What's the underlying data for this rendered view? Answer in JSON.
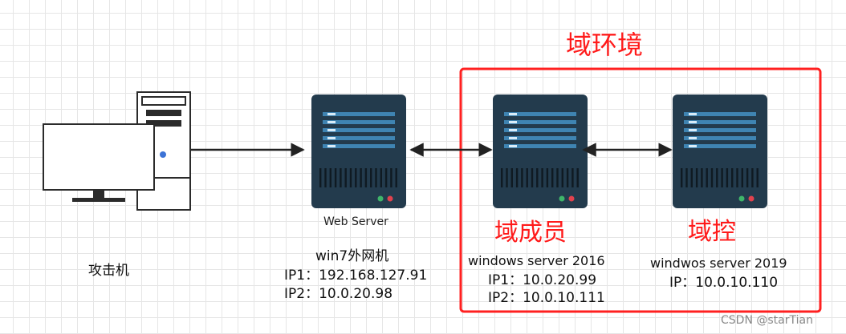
{
  "diagram": {
    "domain_title": "域环境",
    "domain_box_color": "#ff2020",
    "label_color": "#ff1a1a",
    "server_color": "#233b4d",
    "server_stripe_color": "#3f84b2",
    "led_green": "#3fb56a",
    "led_red": "#e2424e",
    "nodes": {
      "attacker": {
        "caption": "攻击机",
        "icon": "desktop-computer-icon"
      },
      "web_server": {
        "icon": "server-icon",
        "role": "Web Server",
        "os": "win7外网机",
        "ip1": "IP1：192.168.127.91",
        "ip2": "IP2：10.0.20.98"
      },
      "member": {
        "icon": "server-icon",
        "role": "域成员",
        "os": "windows server 2016",
        "ip1": "IP1：10.0.20.99",
        "ip2": "IP2：10.0.10.111"
      },
      "dc": {
        "icon": "server-icon",
        "role": "域控",
        "os": "windwos server 2019",
        "ip": "IP：10.0.10.110"
      }
    },
    "edges": [
      {
        "from": "attacker",
        "to": "web_server",
        "direction": "forward"
      },
      {
        "from": "web_server",
        "to": "member",
        "direction": "both"
      },
      {
        "from": "member",
        "to": "dc",
        "direction": "both"
      }
    ],
    "watermark": "CSDN @starTian"
  }
}
